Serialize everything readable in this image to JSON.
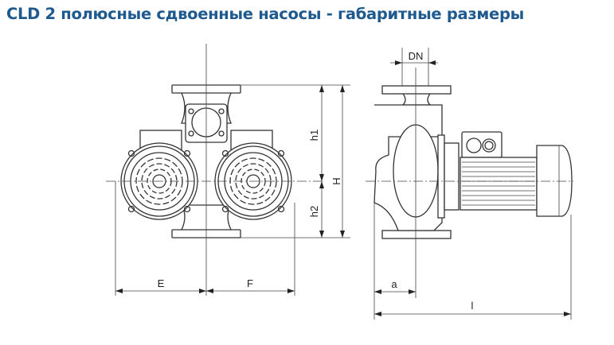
{
  "title": "CLD 2 полюсные сдвоенные насосы - габаритные размеры",
  "colors": {
    "title": "#1f5a8f",
    "line": "#333333",
    "background": "#ffffff"
  },
  "front_view": {
    "dimensions": {
      "h1": "h1",
      "h2": "h2",
      "H": "H",
      "E": "E",
      "F": "F"
    }
  },
  "side_view": {
    "dimensions": {
      "DN": "DN",
      "a": "a",
      "l": "l"
    }
  }
}
